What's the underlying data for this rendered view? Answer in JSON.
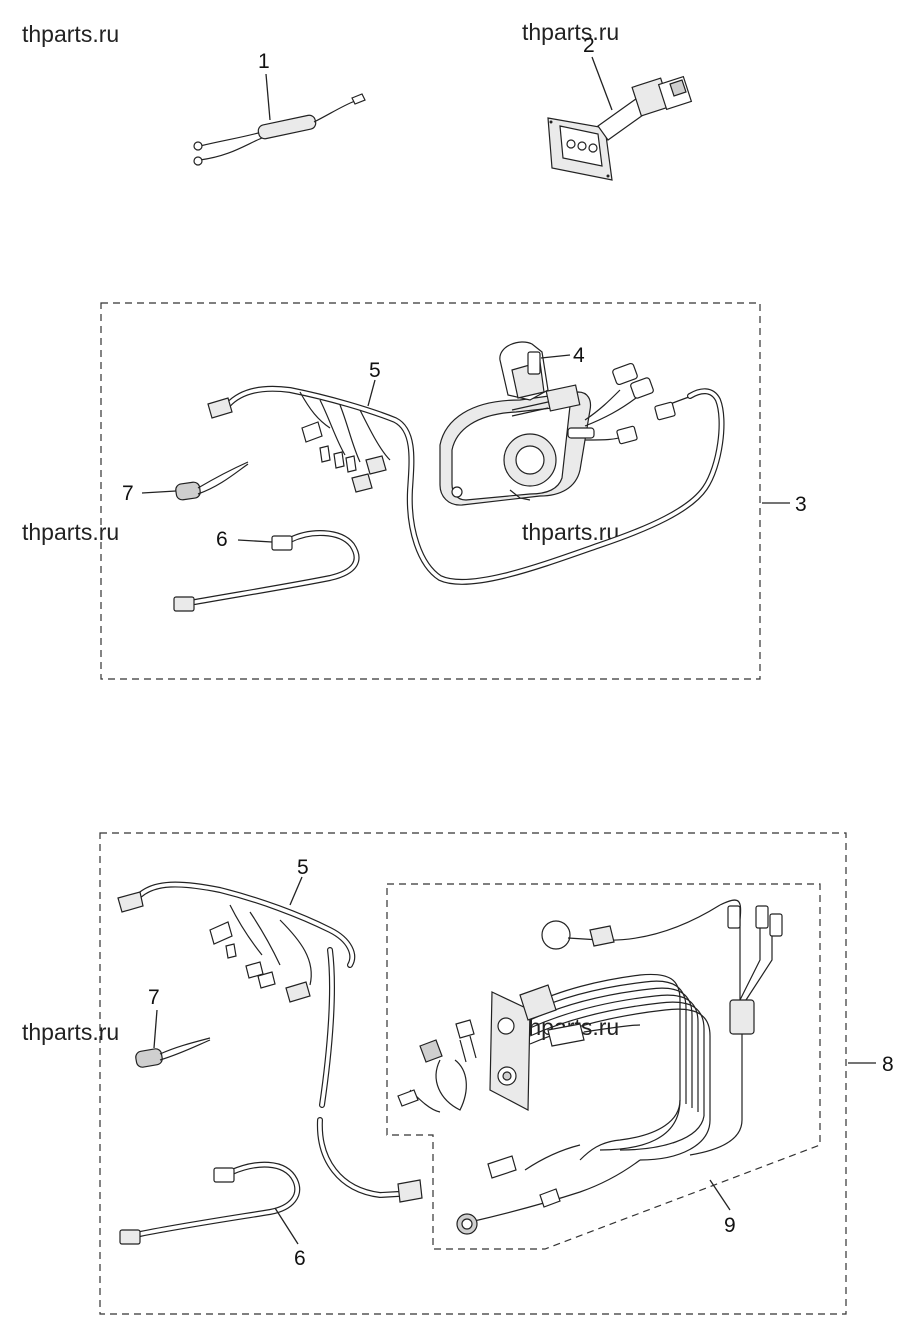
{
  "watermarks": [
    "thparts.ru",
    "thparts.ru",
    "thparts.ru",
    "thparts.ru",
    "thparts.ru"
  ],
  "callouts": {
    "c1": "1",
    "c2": "2",
    "c3": "3",
    "c4": "4",
    "c5a": "5",
    "c6a": "6",
    "c7a": "7",
    "c5b": "5",
    "c6b": "6",
    "c7b": "7",
    "c8": "8",
    "c9": "9"
  },
  "colors": {
    "ink": "#222222",
    "background": "#ffffff"
  }
}
